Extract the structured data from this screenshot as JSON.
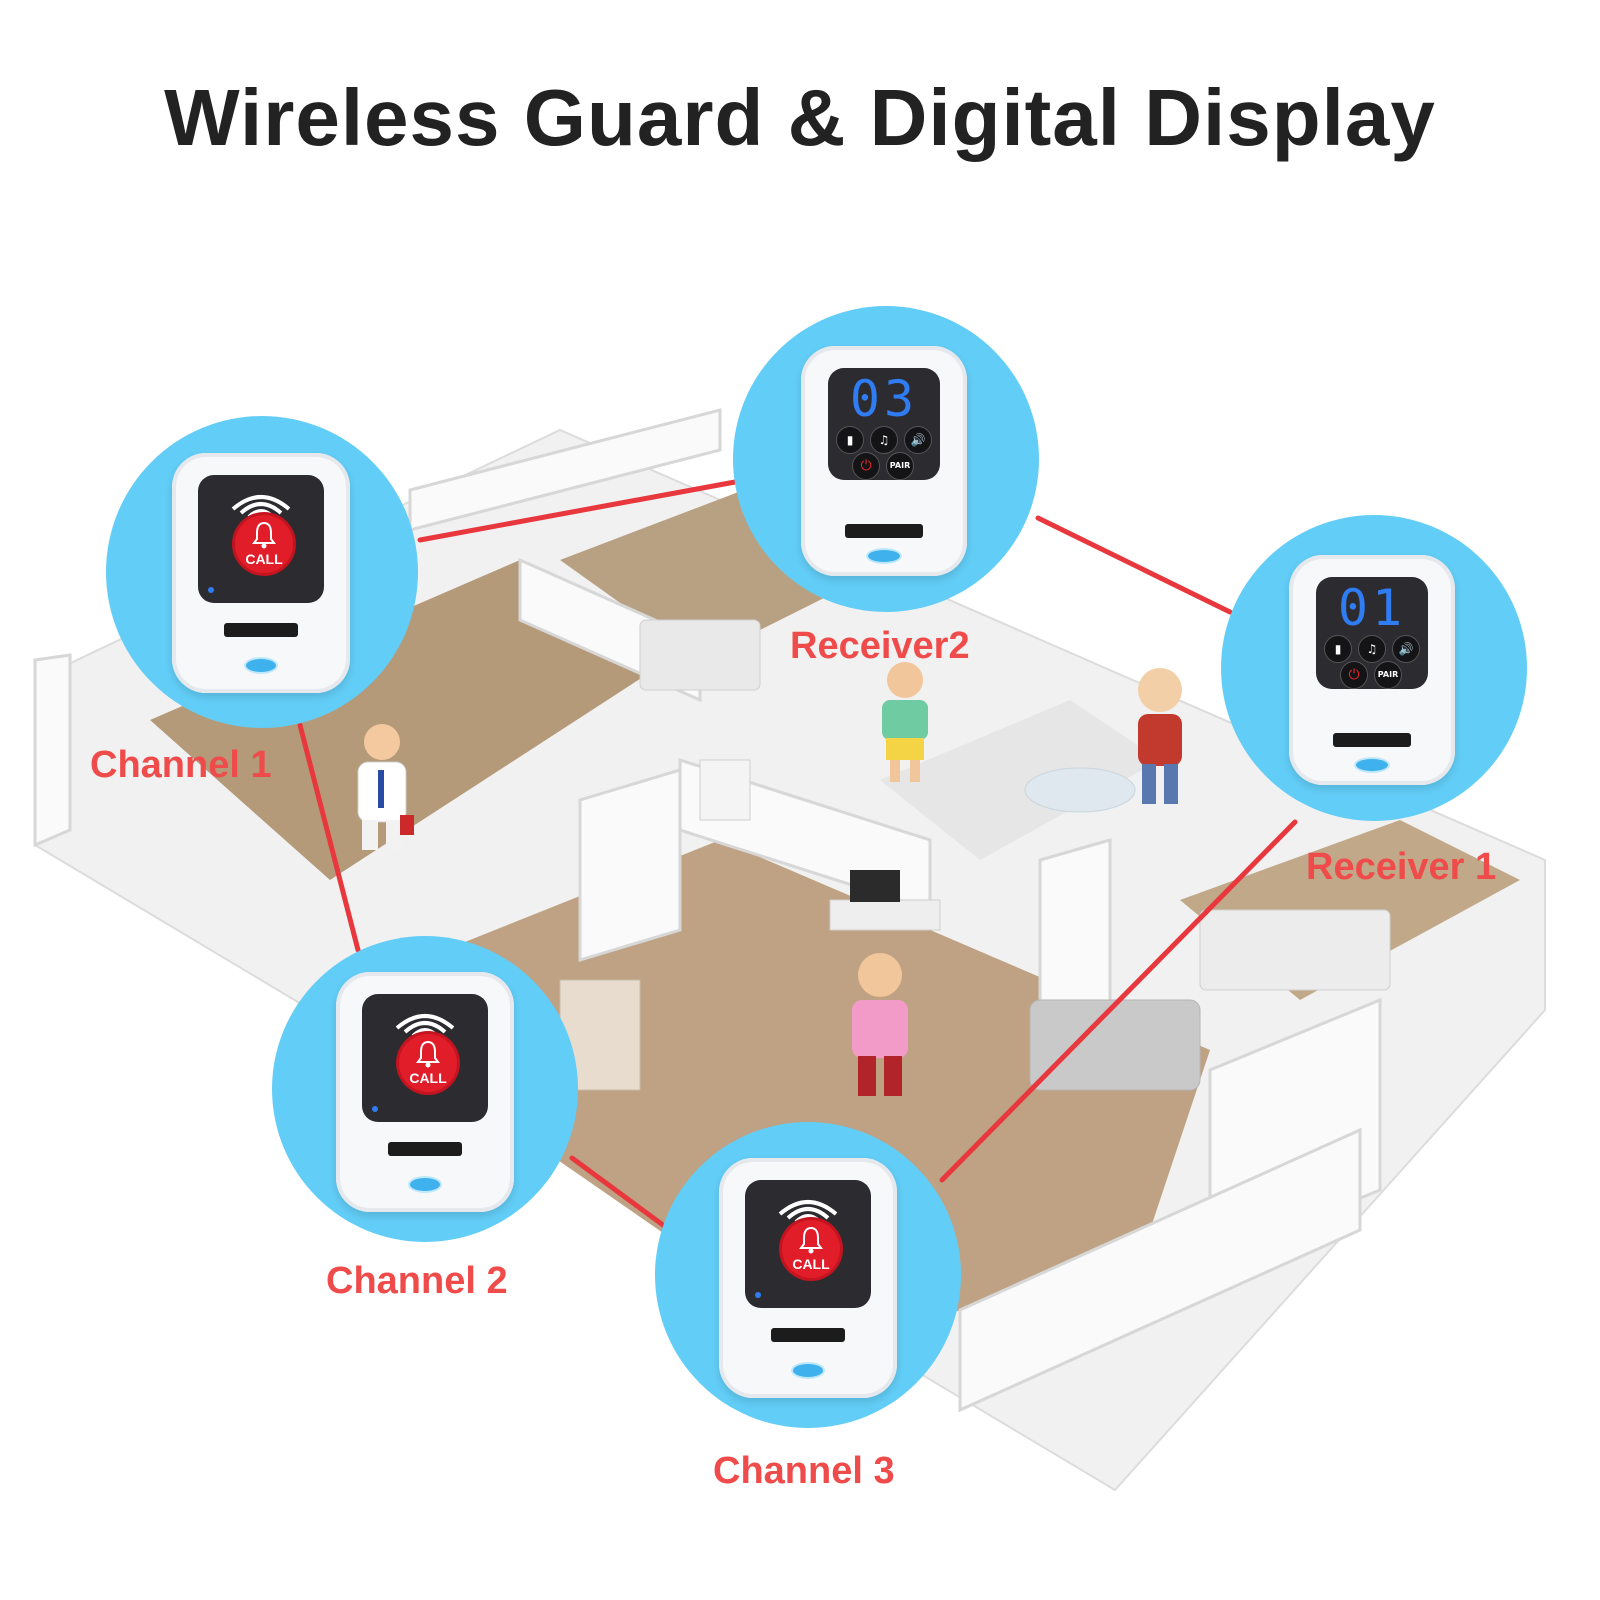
{
  "title": "Wireless Guard & Digital Display",
  "labels": {
    "channel_1": "Channel 1",
    "channel_2": "Channel 2",
    "channel_3": "Channel 3",
    "receiver_1": "Receiver 1",
    "receiver_2": "Receiver2"
  },
  "call_button_text": "CALL",
  "receivers": {
    "receiver_1": {
      "display": "01",
      "pair_text": "PAIR"
    },
    "receiver_2": {
      "display": "03",
      "pair_text": "PAIR"
    }
  },
  "colors": {
    "label": "#f04b4b",
    "bubble": "#62cdf6",
    "link_line": "#e8383d",
    "call_button": "#e21d2a",
    "display_digits": "#2f7cf3"
  },
  "icons": [
    "bell-icon",
    "signal-waves-icon",
    "vibrate-icon",
    "music-note-icon",
    "speaker-icon",
    "power-icon"
  ]
}
